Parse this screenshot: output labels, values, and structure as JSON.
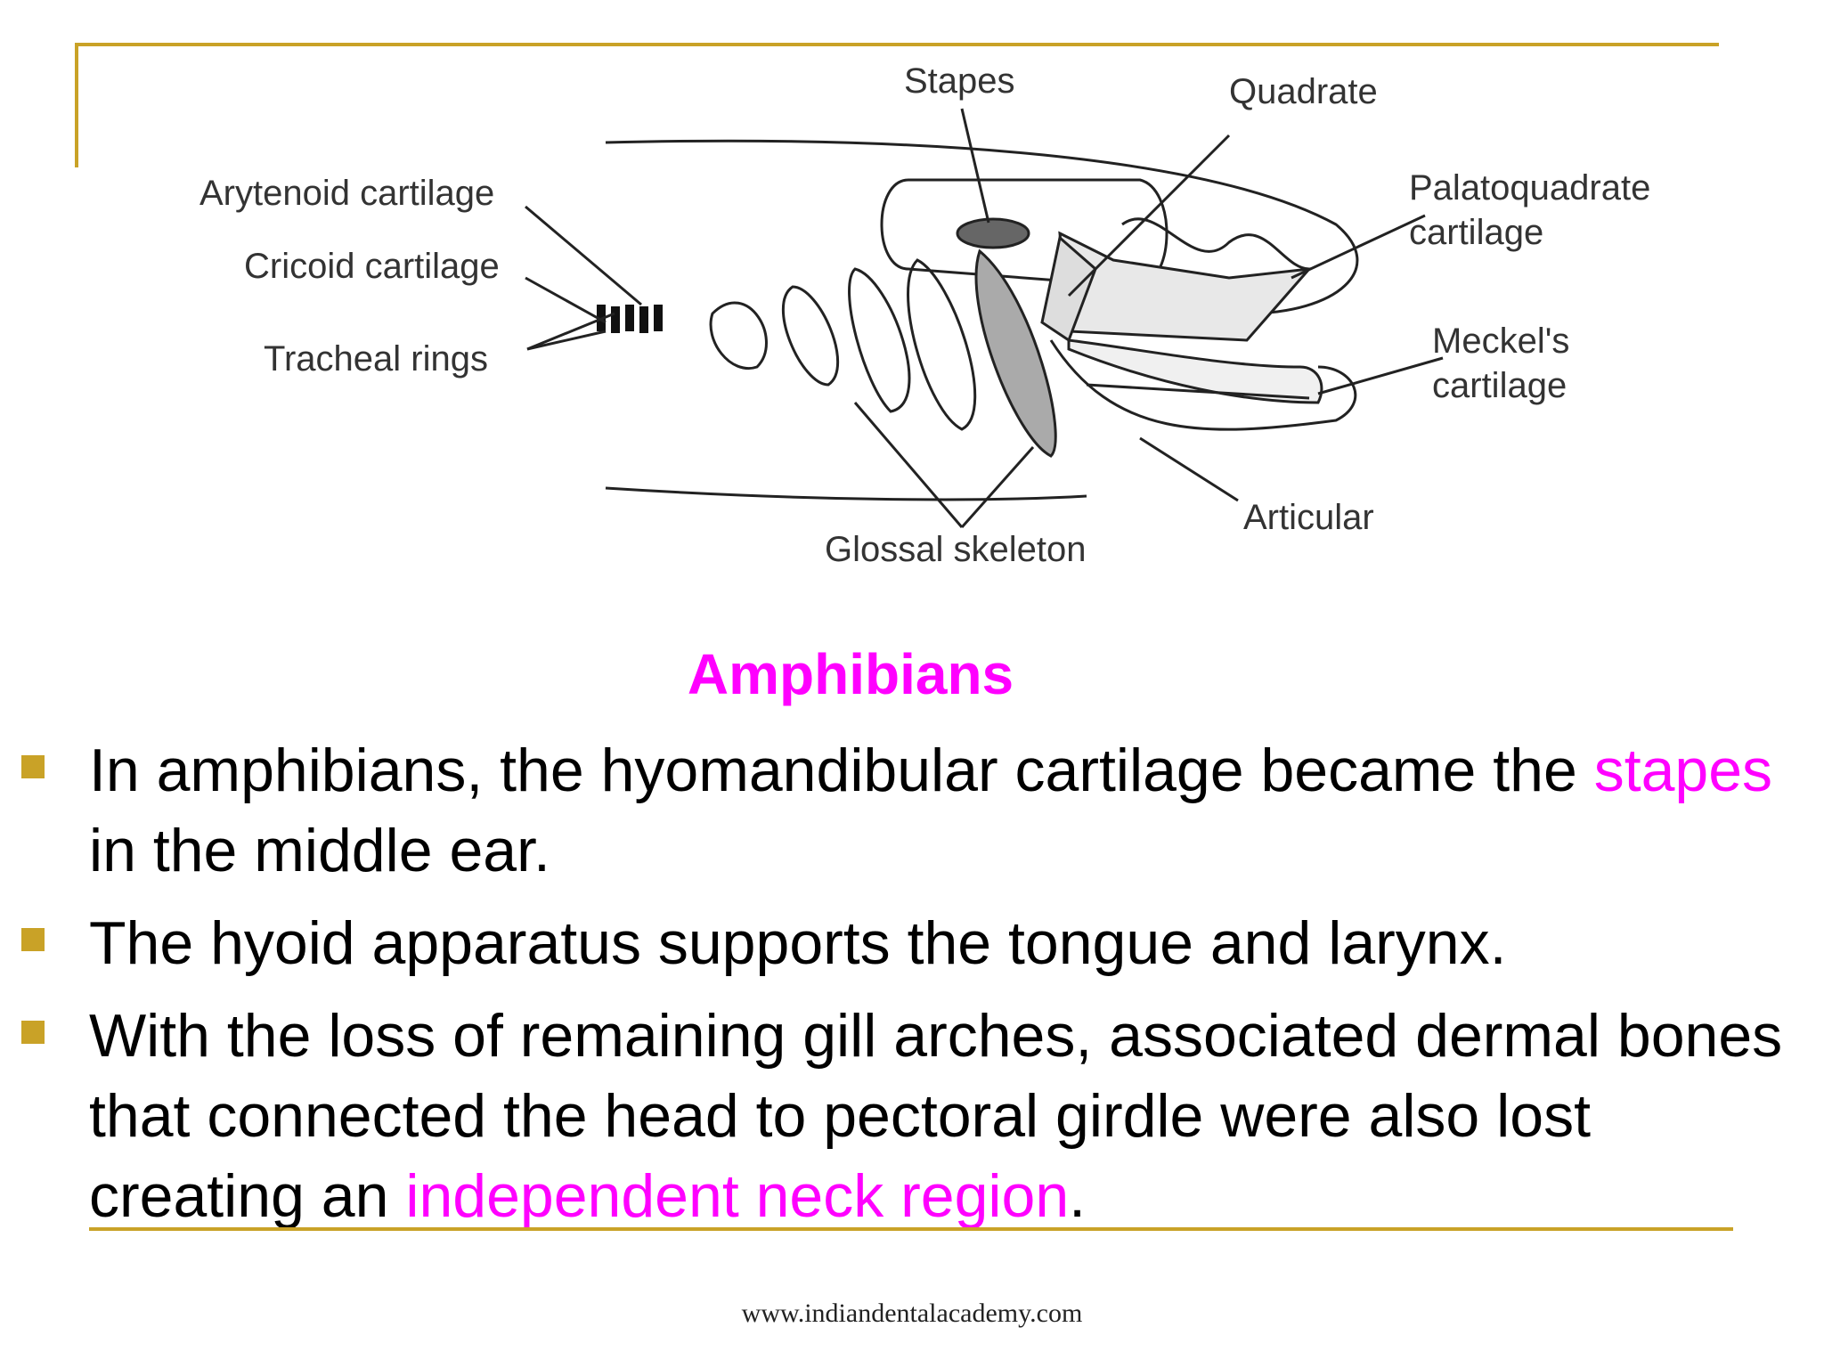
{
  "figure_labels": {
    "stapes": "Stapes",
    "quadrate": "Quadrate",
    "arytenoid": "Arytenoid cartilage",
    "cricoid": "Cricoid cartilage",
    "tracheal": "Tracheal rings",
    "palatoquadrate_1": "Palatoquadrate",
    "palatoquadrate_2": "cartilage",
    "meckels_1": "Meckel's",
    "meckels_2": "cartilage",
    "articular": "Articular",
    "glossal": "Glossal skeleton"
  },
  "title": "Amphibians",
  "bullets": [
    {
      "a": "In amphibians, the hyomandibular cartilage became the ",
      "hl": "stapes",
      "b": " in the middle ear."
    },
    {
      "a": "The hyoid apparatus supports the tongue and larynx."
    },
    {
      "a": "With the loss of remaining gill arches, associated dermal bones that connected the head to pectoral girdle were also lost creating an ",
      "hl": "independent neck region",
      "b": "."
    }
  ],
  "footer": "www.indiandentalacademy.com",
  "colors": {
    "accent": "#c9a227",
    "highlight": "#ff00ff"
  }
}
